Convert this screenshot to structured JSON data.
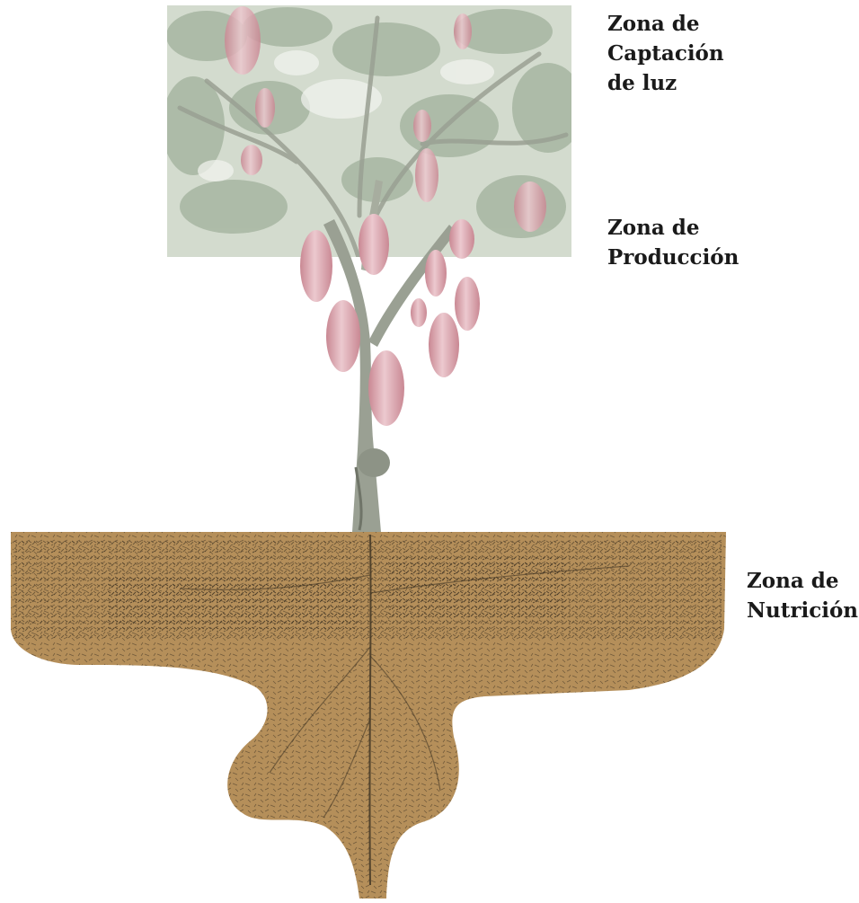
{
  "zones": {
    "light": {
      "lines": [
        "Zona de",
        "Captación",
        "de luz"
      ]
    },
    "production": {
      "lines": [
        "Zona de",
        "Producción"
      ]
    },
    "nutrition": {
      "lines": [
        "Zona de",
        "Nutrición"
      ]
    }
  },
  "colors": {
    "foliage_dark": "#8fa28a",
    "foliage_light": "#c8d3c3",
    "pod": "#d9a3ad",
    "pod_highlight": "#ecc9cf",
    "trunk": "#9aa093",
    "soil": "#b58f5a",
    "soil_texture": "#3a3020",
    "text": "#1a1a1a"
  }
}
